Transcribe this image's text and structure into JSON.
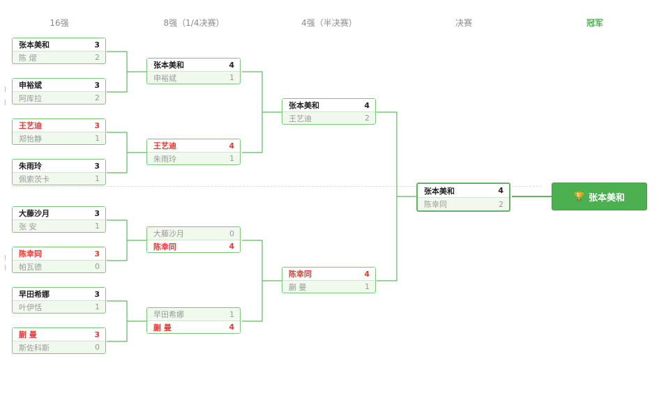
{
  "columns": [
    "16强",
    "8强（1/4决赛）",
    "4强（半决赛）",
    "决赛",
    "冠军"
  ],
  "champion": "张本美和",
  "round16": [
    {
      "p1": {
        "name": "张本美和",
        "score": "3",
        "win": true,
        "red": false
      },
      "p2": {
        "name": "陈 熠",
        "score": "2",
        "win": false
      }
    },
    {
      "p1": {
        "name": "申裕斌",
        "score": "3",
        "win": true,
        "red": false
      },
      "p2": {
        "name": "阿库拉",
        "score": "2",
        "win": false
      }
    },
    {
      "p1": {
        "name": "王艺迪",
        "score": "3",
        "win": true,
        "red": true
      },
      "p2": {
        "name": "郑怡静",
        "score": "1",
        "win": false
      }
    },
    {
      "p1": {
        "name": "朱雨玲",
        "score": "3",
        "win": true,
        "red": false
      },
      "p2": {
        "name": "佩索茨卡",
        "score": "1",
        "win": false
      }
    },
    {
      "p1": {
        "name": "大藤沙月",
        "score": "3",
        "win": true,
        "red": false
      },
      "p2": {
        "name": "张 安",
        "score": "1",
        "win": false
      }
    },
    {
      "p1": {
        "name": "陈幸同",
        "score": "3",
        "win": true,
        "red": true
      },
      "p2": {
        "name": "帕瓦德",
        "score": "0",
        "win": false
      }
    },
    {
      "p1": {
        "name": "早田希娜",
        "score": "3",
        "win": true,
        "red": false
      },
      "p2": {
        "name": "叶伊恬",
        "score": "1",
        "win": false
      }
    },
    {
      "p1": {
        "name": "蒯 曼",
        "score": "3",
        "win": true,
        "red": true
      },
      "p2": {
        "name": "斯佐科斯",
        "score": "0",
        "win": false
      }
    }
  ],
  "quarter": [
    {
      "p1": {
        "name": "张本美和",
        "score": "4",
        "win": true,
        "red": false
      },
      "p2": {
        "name": "申裕斌",
        "score": "1",
        "win": false
      }
    },
    {
      "p1": {
        "name": "王艺迪",
        "score": "4",
        "win": true,
        "red": true
      },
      "p2": {
        "name": "朱雨玲",
        "score": "1",
        "win": false
      }
    },
    {
      "p1": {
        "name": "大藤沙月",
        "score": "0",
        "win": false
      },
      "p2": {
        "name": "陈幸同",
        "score": "4",
        "win": true,
        "red": true
      }
    },
    {
      "p1": {
        "name": "早田希娜",
        "score": "1",
        "win": false
      },
      "p2": {
        "name": "蒯 曼",
        "score": "4",
        "win": true,
        "red": true
      }
    }
  ],
  "semi": [
    {
      "p1": {
        "name": "张本美和",
        "score": "4",
        "win": true,
        "red": false
      },
      "p2": {
        "name": "王艺迪",
        "score": "2",
        "win": false
      }
    },
    {
      "p1": {
        "name": "陈幸同",
        "score": "4",
        "win": true,
        "red": true
      },
      "p2": {
        "name": "蒯 曼",
        "score": "1",
        "win": false
      }
    }
  ],
  "final": [
    {
      "p1": {
        "name": "张本美和",
        "score": "4",
        "win": true,
        "red": false
      },
      "p2": {
        "name": "陈幸同",
        "score": "2",
        "win": false
      }
    }
  ]
}
